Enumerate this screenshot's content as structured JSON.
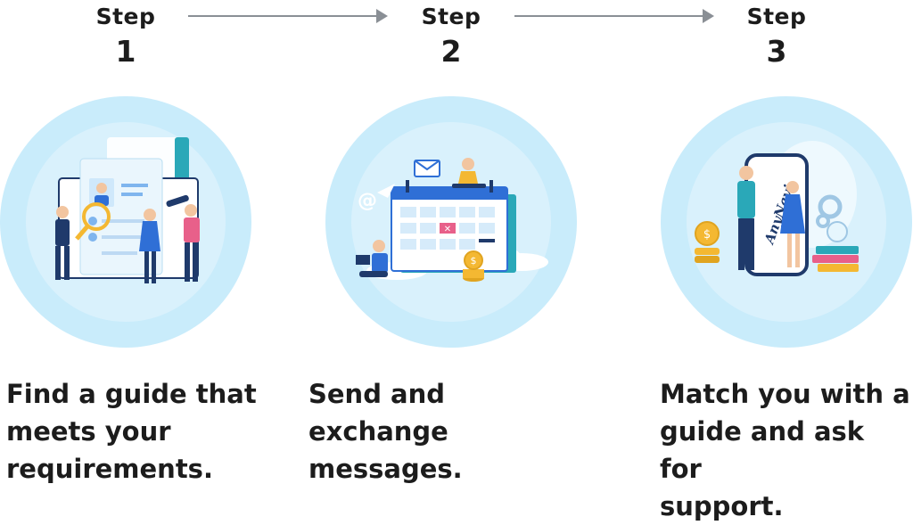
{
  "steps": [
    {
      "word": "Step",
      "number": "1",
      "line1": "Find a guide that",
      "line2": "meets your",
      "line3": "requirements."
    },
    {
      "word": "Step",
      "number": "2",
      "line1": "Send and",
      "line2": "exchange messages.",
      "line3": ""
    },
    {
      "word": "Step",
      "number": "3",
      "line1": "Match you with a",
      "line2": "guide and ask for",
      "line3": "support."
    }
  ],
  "illustrations": {
    "phone_logo_text": "AnyNavi",
    "email_symbol": "@",
    "coin_symbol": "$"
  },
  "colors": {
    "circle": "#c9ecfb",
    "circle_light": "#e6f6fd",
    "arrow": "#8a8f95",
    "accent_teal": "#2aa8b8",
    "accent_blue": "#2f6fd6",
    "accent_yellow": "#f4b832",
    "accent_pink": "#e8608a",
    "text": "#1c1c1c"
  }
}
